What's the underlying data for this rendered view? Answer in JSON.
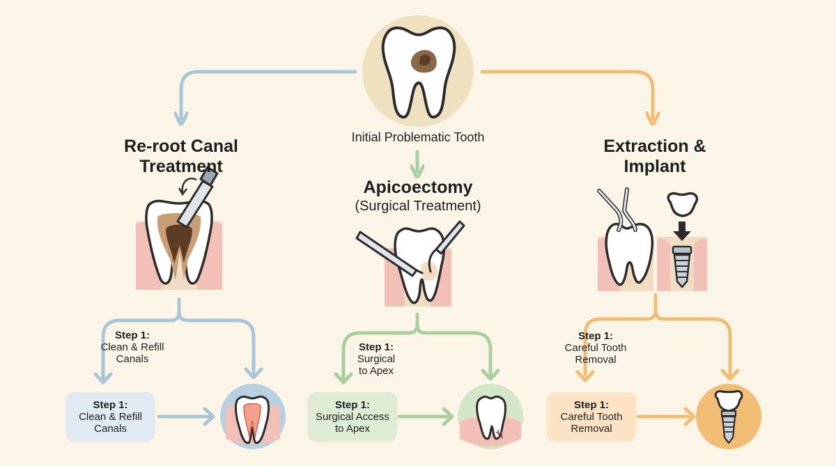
{
  "colors": {
    "background": "#fbf5e8",
    "blue": "#a8c6d8",
    "green": "#a9cf9e",
    "orange": "#f1bd75",
    "blue_box": "#dfeaf2",
    "green_box": "#deecd5",
    "orange_box": "#fce3c4",
    "gum": "#f3c0b8",
    "bone": "#f0dcc2",
    "decay": "#6b4a2e"
  },
  "icons": {
    "top": "decayed-tooth-icon",
    "left": "root-canal-tooth-icon",
    "middle": "apicoectomy-tooth-icon",
    "right": "extraction-implant-icon",
    "left_result": "refilled-tooth-icon",
    "middle_result": "healed-tooth-icon",
    "right_result": "dental-implant-icon"
  },
  "center": {
    "label": "Initial Problematic Tooth"
  },
  "left": {
    "title_line1": "Re-root Canal",
    "title_line2": "Treatment",
    "branch_step": {
      "head": "Step 1:",
      "line1": "Clean & Refill",
      "line2": "Canals"
    },
    "box": {
      "head": "Step 1:",
      "line1": "Clean & Refill",
      "line2": "Canals"
    }
  },
  "middle": {
    "title": "Apicoectomy",
    "subtitle": "(Surgical Treatment)",
    "branch_step": {
      "head": "Step 1:",
      "line1": "Surgical",
      "line2": "to Apex"
    },
    "box": {
      "head": "Step 1:",
      "line1": "Surgical Access",
      "line2": "to Apex"
    }
  },
  "right": {
    "title_line1": "Extraction &",
    "title_line2": "Implant",
    "branch_step": {
      "head": "Step 1:",
      "line1": "Careful Tooth",
      "line2": "Removal"
    },
    "box": {
      "head": "Step 1:",
      "line1": "Careful Tooth",
      "line2": "Removal"
    }
  }
}
